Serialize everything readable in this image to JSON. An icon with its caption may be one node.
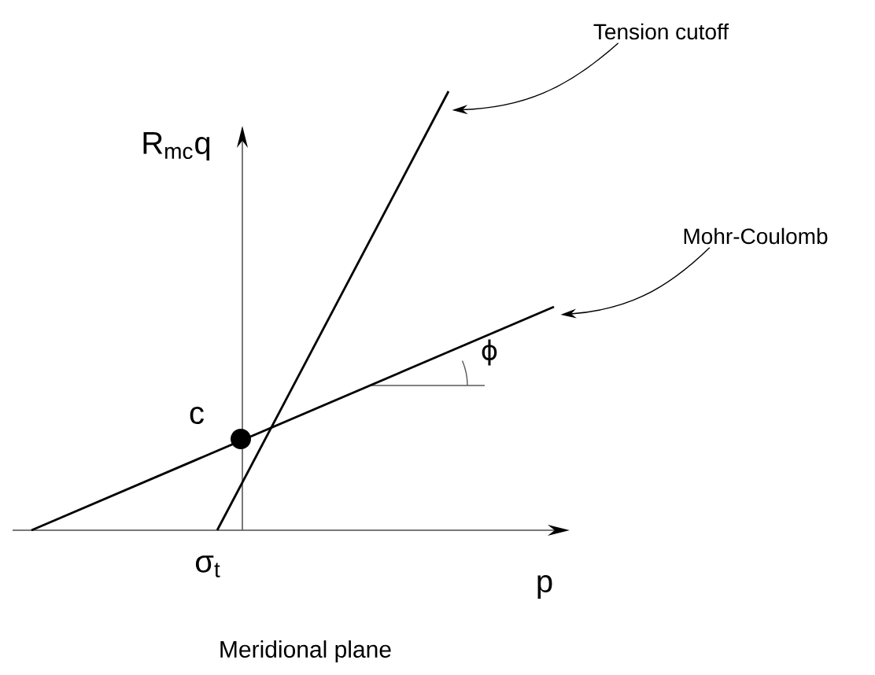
{
  "diagram": {
    "caption": "Meridional plane",
    "nodes": [
      {
        "text": [
          "Tension cutoff"
        ]
      },
      {
        "text": [],
        "shape": "line"
      },
      {
        "text": [
          "Mohr-Coulomb"
        ]
      },
      {
        "text": [],
        "shape": "line"
      }
    ],
    "edges": [
      {
        "from": 0,
        "to": 1,
        "arrow": "to"
      },
      {
        "from": 2,
        "to": 3,
        "arrow": "to"
      }
    ],
    "labels": [
      "R$_{mc}$q",
      "c",
      "ϕ",
      "σ$_{t}$",
      "p"
    ]
  }
}
